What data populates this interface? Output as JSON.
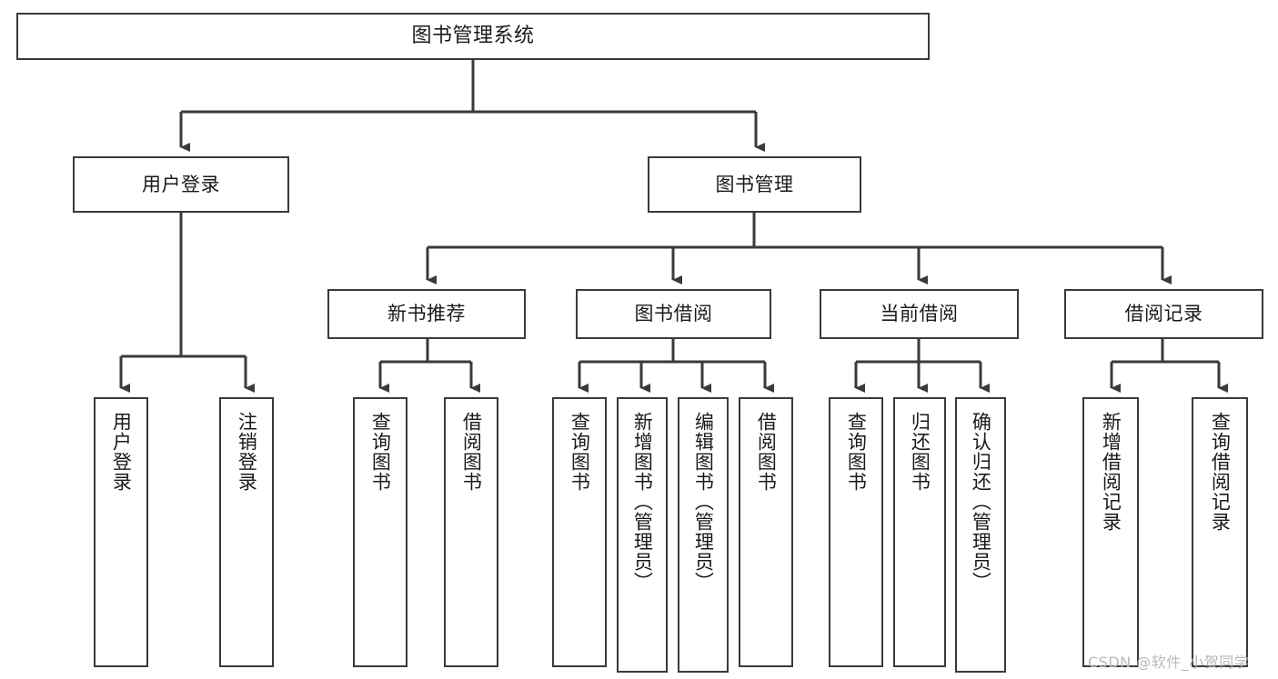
{
  "diagram": {
    "title_node": {
      "label": "图书管理系统"
    },
    "level2": [
      {
        "label": "用户登录"
      },
      {
        "label": "图书管理"
      }
    ],
    "level3": [
      {
        "label": "新书推荐"
      },
      {
        "label": "图书借阅"
      },
      {
        "label": "当前借阅"
      },
      {
        "label": "借阅记录"
      }
    ],
    "leaves": [
      {
        "label": "用户登录",
        "parent": "用户登录"
      },
      {
        "label": "注销登录",
        "parent": "用户登录"
      },
      {
        "label": "查询图书",
        "parent": "新书推荐"
      },
      {
        "label": "借阅图书",
        "parent": "新书推荐"
      },
      {
        "label": "查询图书",
        "parent": "图书借阅"
      },
      {
        "label": "新增图书（管理员）",
        "parent": "图书借阅"
      },
      {
        "label": "编辑图书（管理员）",
        "parent": "图书借阅"
      },
      {
        "label": "借阅图书",
        "parent": "图书借阅"
      },
      {
        "label": "查询图书",
        "parent": "当前借阅"
      },
      {
        "label": "归还图书",
        "parent": "当前借阅"
      },
      {
        "label": "确认归还（管理员）",
        "parent": "当前借阅"
      },
      {
        "label": "新增借阅记录",
        "parent": "借阅记录"
      },
      {
        "label": "查询借阅记录",
        "parent": "借阅记录"
      }
    ],
    "watermark": "CSDN @软件_小贺同学",
    "colors": {
      "stroke": "#3a3a3a",
      "fill": "#ffffff",
      "text": "#1a1a1a",
      "watermark": "#b9b9b9"
    }
  }
}
